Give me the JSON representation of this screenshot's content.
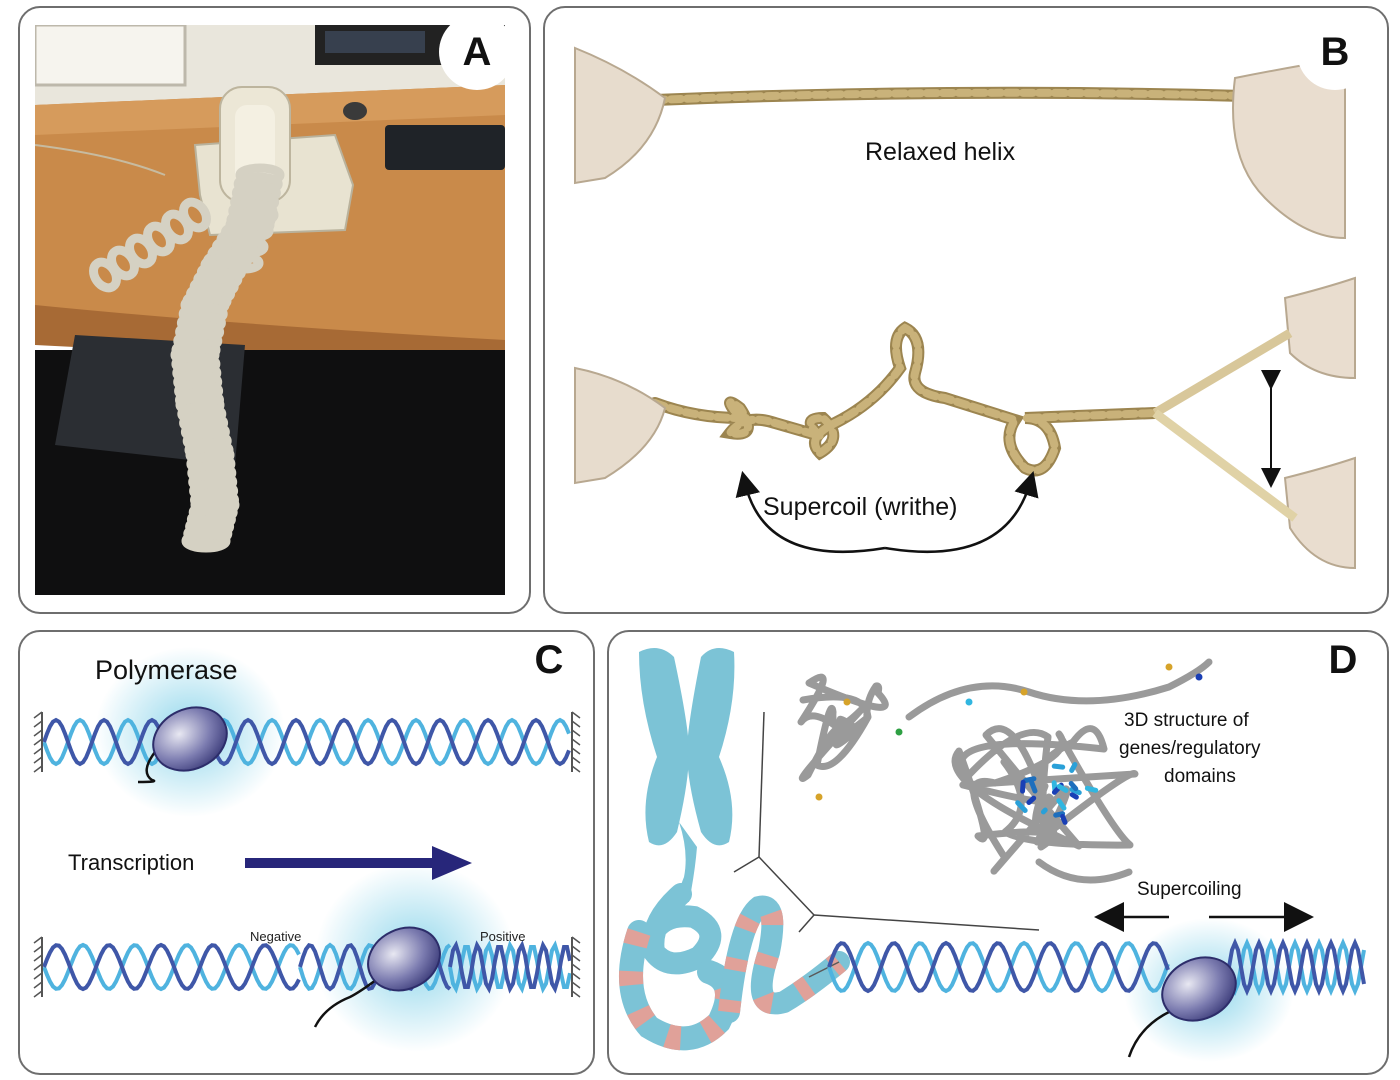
{
  "panels": {
    "a": {
      "letter": "A"
    },
    "b": {
      "letter": "B",
      "top_label": "Relaxed helix",
      "bottom_label": "Supercoil (writhe)"
    },
    "c": {
      "letter": "C",
      "enzyme_label": "Polymerase",
      "arrow_label": "Transcription",
      "negative_label": "Negative",
      "positive_label": "Positive"
    },
    "d": {
      "letter": "D",
      "structure_label_1": "3D structure of",
      "structure_label_2": "genes/regulatory",
      "structure_label_3": "domains",
      "supercoiling_label": "Supercoiling"
    }
  },
  "colors": {
    "dna_light": "#4fb3df",
    "dna_dark": "#3f57a8",
    "polymerase": "#4a4a8f",
    "glow": "#7fd0e8",
    "chromosome": "#7cc3d6",
    "chromatin_band": "#e0a199",
    "arrow": "#27267a",
    "rope": "#c9b27a"
  }
}
